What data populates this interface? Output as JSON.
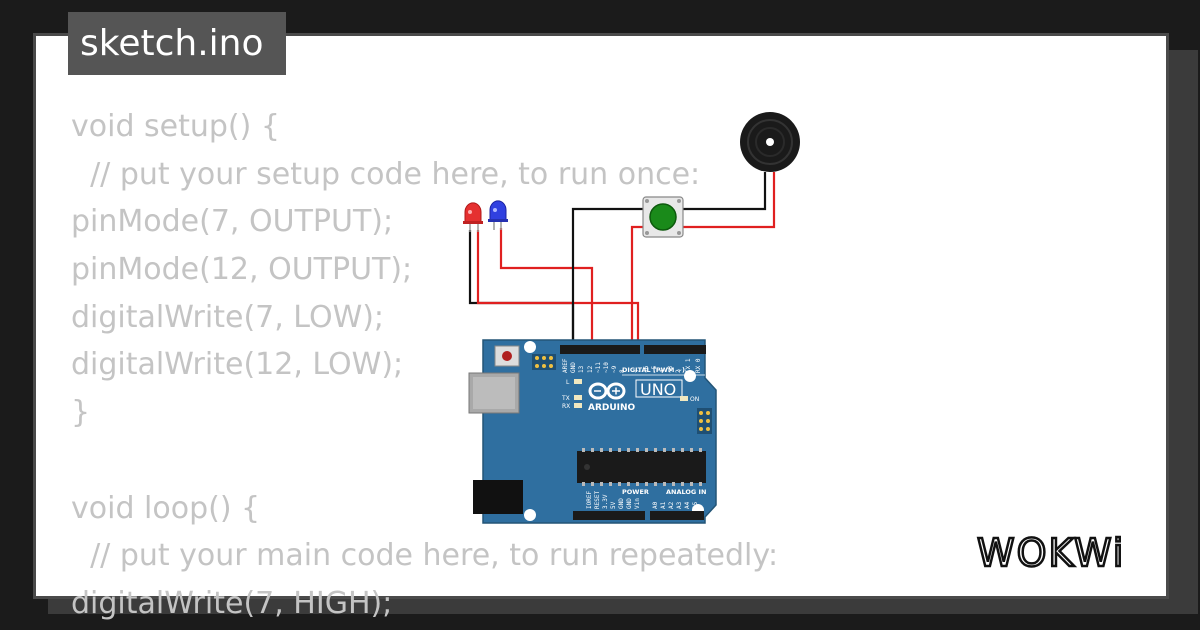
{
  "file_tab": {
    "title": "sketch.ino"
  },
  "code_lines": [
    "void setup() {",
    "  // put your setup code here, to run once:",
    "pinMode(7, OUTPUT);",
    "pinMode(12, OUTPUT);",
    "digitalWrite(7, LOW);",
    "digitalWrite(12, LOW);",
    "}",
    "",
    "void loop() {",
    "  // put your main code here, to run repeatedly:",
    "digitalWrite(7, HIGH);"
  ],
  "board": {
    "brand": "ARDUINO",
    "model": "UNO",
    "digital_label": "DIGITAL (PWM ~)",
    "power_label": "POWER",
    "analog_label": "ANALOG IN",
    "on_label": "ON",
    "l_label": "L",
    "tx_label": "TX",
    "rx_label": "RX",
    "digital_pins": [
      "AREF",
      "GND",
      "13",
      "12",
      "~11",
      "~10",
      "~9",
      "8",
      "7",
      "~6",
      "~5",
      "4",
      "~3",
      "2",
      "TX 1",
      "RX 0"
    ],
    "power_pins": [
      "IOREF",
      "RESET",
      "3.3V",
      "5V",
      "GND",
      "GND",
      "Vin"
    ],
    "analog_pins": [
      "A0",
      "A1",
      "A2",
      "A3",
      "A4",
      "A5"
    ]
  },
  "colors": {
    "board": "#2f6fa0",
    "wire_red": "#e02020",
    "wire_black": "#111111",
    "led_red": "#e53030",
    "led_blue": "#3040e0",
    "button": "#1a8a1a"
  },
  "logo": {
    "text": "WOKWi"
  }
}
